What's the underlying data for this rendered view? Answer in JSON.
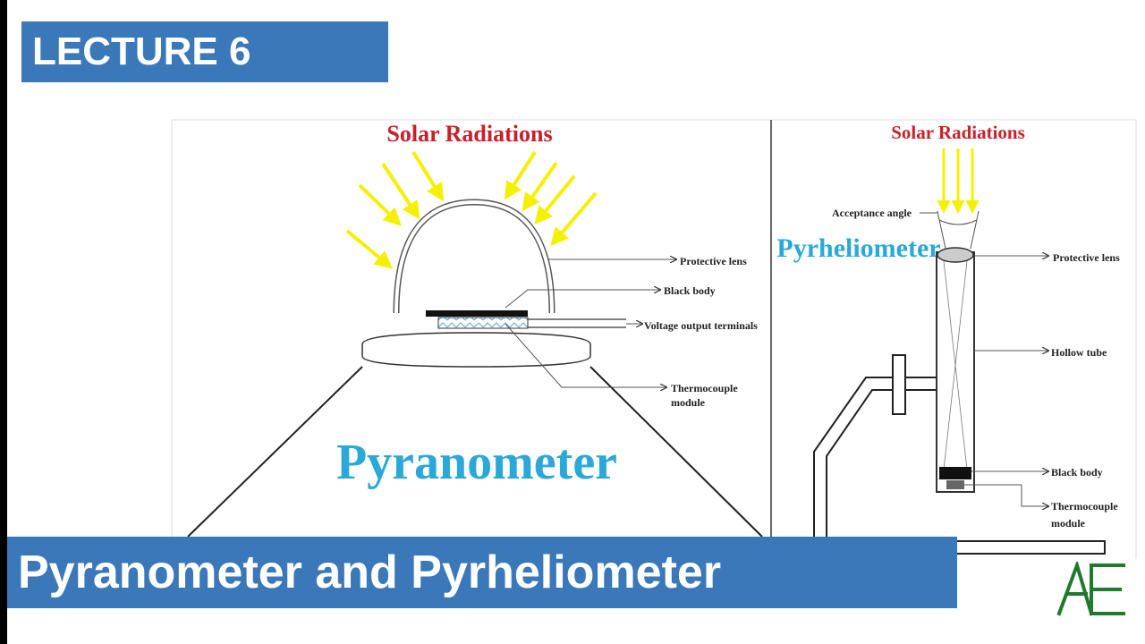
{
  "header": {
    "lecture_label": "LECTURE 6"
  },
  "footer": {
    "title": "Pyranometer and Pyrheliometer"
  },
  "pyranometer": {
    "top_caption": "Solar Radiations",
    "name": "Pyranometer",
    "labels": {
      "protective_lens": "Protective lens",
      "black_body": "Black body",
      "voltage_terminals": "Voltage output terminals",
      "thermocouple_line1": "Thermocouple",
      "thermocouple_line2": "module"
    }
  },
  "pyrheliometer": {
    "top_caption": "Solar Radiations",
    "name": "Pyrheliometer",
    "labels": {
      "acceptance_angle": "Acceptance angle",
      "protective_lens": "Protective lens",
      "hollow_tube": "Hollow tube",
      "black_body": "Black body",
      "thermocouple_line1": "Thermocouple",
      "thermocouple_line2": "module"
    }
  },
  "colors": {
    "banner": "#3a78b9",
    "caption_red": "#c8202a",
    "name_blue": "#2aa8d8",
    "ray_yellow": "#f5f000",
    "logo_green": "#1f7a2e"
  },
  "logo": {
    "name": "ae-logo-icon"
  }
}
